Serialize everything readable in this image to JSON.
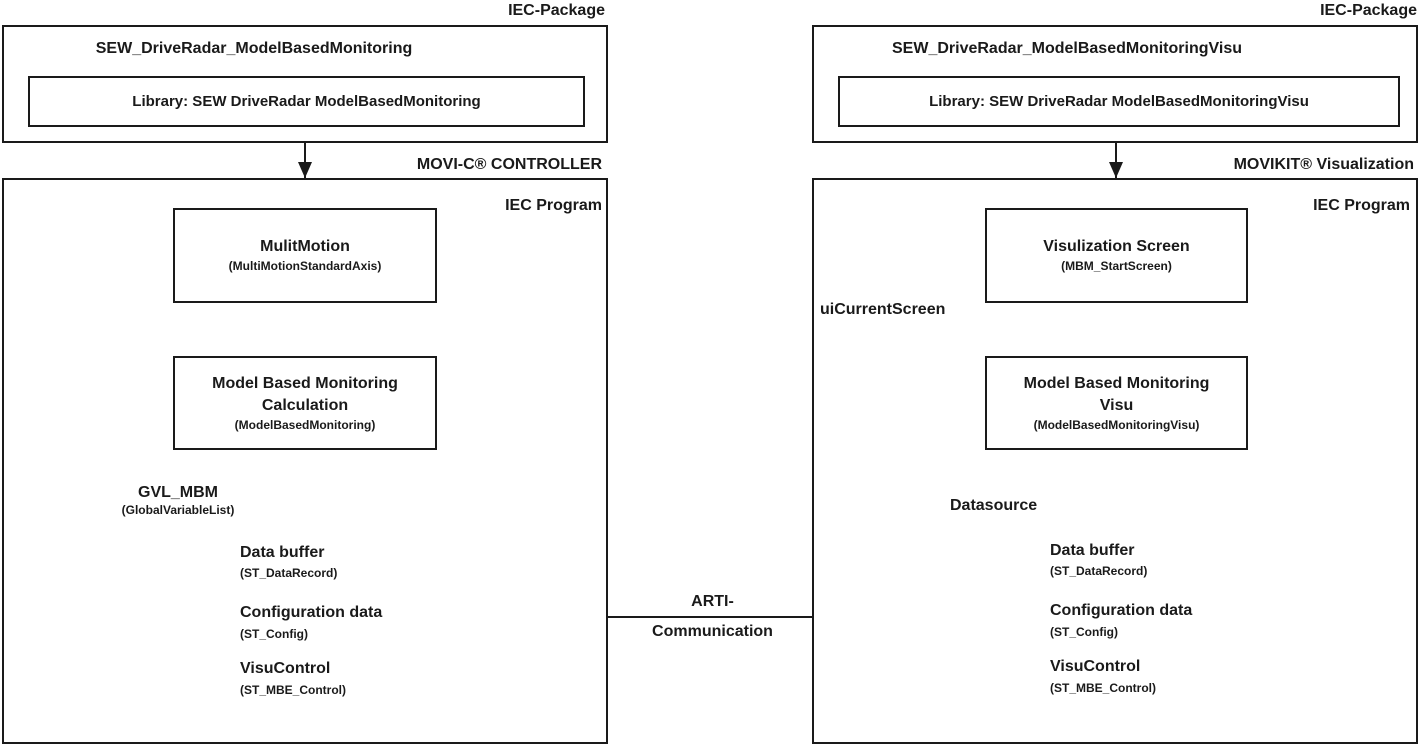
{
  "diagram": {
    "left": {
      "package_label": "IEC-Package",
      "package_title": "SEW_DriveRadar_ModelBasedMonitoring",
      "library_label": "Library: SEW DriveRadar ModelBasedMonitoring",
      "platform_label": "MOVI-C® CONTROLLER",
      "program_label": "IEC Program",
      "multimotion": {
        "title": "MulitMotion",
        "subtitle": "(MultiMotionStandardAxis)"
      },
      "calculation": {
        "line1": "Model Based Monitoring",
        "line2": "Calculation",
        "subtitle": "(ModelBasedMonitoring)"
      },
      "gvl": {
        "title": "GVL_MBM",
        "subtitle": "(GlobalVariableList)"
      },
      "datastore": {
        "items": [
          {
            "title": "Data buffer",
            "subtitle": "(ST_DataRecord)"
          },
          {
            "title": "Configuration data",
            "subtitle": "(ST_Config)"
          },
          {
            "title": "VisuControl",
            "subtitle": "(ST_MBE_Control)"
          }
        ]
      }
    },
    "right": {
      "package_label": "IEC-Package",
      "package_title": "SEW_DriveRadar_ModelBasedMonitoringVisu",
      "library_label": "Library: SEW DriveRadar ModelBasedMonitoringVisu",
      "platform_label": "MOVIKIT® Visualization",
      "program_label": "IEC Program",
      "visu_screen": {
        "title": "Visulization Screen",
        "subtitle": "(MBM_StartScreen)"
      },
      "mbm_visu": {
        "line1": "Model Based Monitoring",
        "line2": "Visu",
        "subtitle": "(ModelBasedMonitoringVisu)"
      },
      "datasource_label": "Datasource",
      "ui_current_screen_label": "uiCurrentScreen",
      "datastore": {
        "items": [
          {
            "title": "Data buffer",
            "subtitle": "(ST_DataRecord)"
          },
          {
            "title": "Configuration data",
            "subtitle": "(ST_Config)"
          },
          {
            "title": "VisuControl",
            "subtitle": "(ST_MBE_Control)"
          }
        ]
      }
    },
    "connection": {
      "line1": "ARTI-",
      "line2": "Communication"
    }
  },
  "colors": {
    "line": "#1a1a1a",
    "text": "#1a1a1a",
    "background": "#ffffff"
  }
}
